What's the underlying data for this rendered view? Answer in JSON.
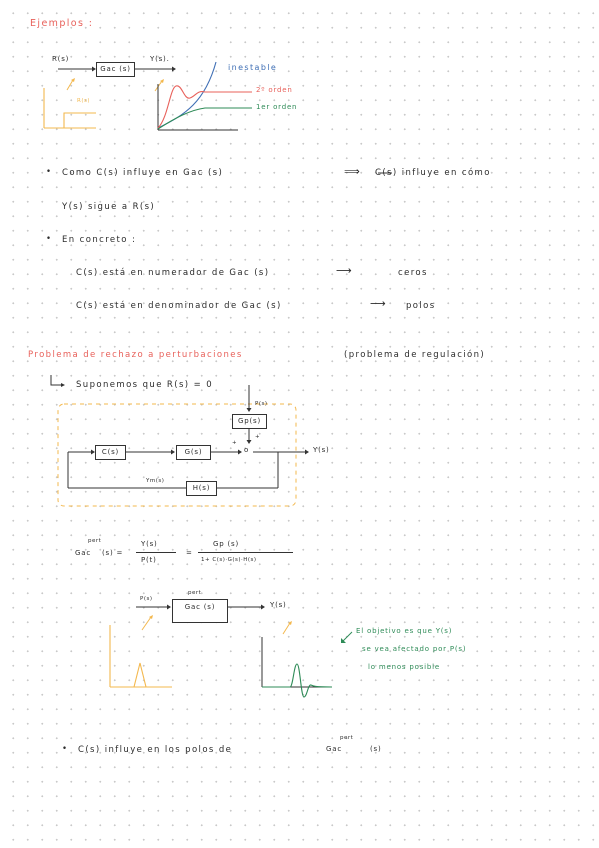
{
  "title": "Ejemplos :",
  "example1": {
    "input_label": "R(s)",
    "block_label": "Gac (s)",
    "output_label": "Y(s).",
    "ref_label": "R(s)",
    "legend": {
      "unstable": "inestable",
      "second_order": "2º orden",
      "first_order": "1er orden"
    },
    "colors": {
      "unstable": "#3f6fb5",
      "second_order": "#e8605a",
      "first_order": "#2e8b57",
      "reference": "#f3b84e"
    }
  },
  "notes": {
    "bullet1_line1": {
      "c": "Como   C(s)   influye   en   Gac (s)",
      "arrow": "⟹",
      "d": "C(s)   influye   en   cómo"
    },
    "bullet1_line2": "Y(s)   sigue   a   R(s)",
    "bullet2": "En   concreto :",
    "case_num": {
      "left": "C(s)  está  en  numerador  de  Gac (s)",
      "right": "ceros"
    },
    "case_den": {
      "left": "C(s)  está   en   denominador   de  Gac (s)",
      "right": "polos"
    }
  },
  "problem": {
    "heading": "Problema   de   rechazo   a   perturbaciones",
    "heading_suffix": "(problema  de  regulación)",
    "assumption": "Suponemos   que   R(s) = 0"
  },
  "diagram": {
    "c_block": "C(s)",
    "g_block": "G(s)",
    "gp_block": "Gp(s)",
    "h_block": "H(s)",
    "disturbance_label": "P(s)",
    "output_label": "Y(s)",
    "feedback_label": "Ym(s)",
    "plus1": "+",
    "plus2": "+",
    "sum_symbol": "o"
  },
  "formula": {
    "lhs_main": "Gac",
    "lhs_sup": "pert",
    "lhs_arg": "(s) =",
    "frac1_num": "Y(s)",
    "frac1_den": "P(t)",
    "eq": "=",
    "frac2_num": "Gp (s)",
    "frac2_den": "1+ C(s)·G(s)·H(s)"
  },
  "example2": {
    "input_label": "P(s)",
    "block_label": "Gac (s)",
    "block_sup": "pert",
    "output_label": "Y(s)",
    "note_line1": "El  objetivo  es  que   Y(s)",
    "note_line2": "se  vea  afectado  por  P(s)",
    "note_line3": "lo  menos  posible"
  },
  "final_bullet": {
    "text": "C(s)   influye   en  los   polos   de",
    "gac": "Gac",
    "sup": "pert",
    "arg": "(s)"
  }
}
